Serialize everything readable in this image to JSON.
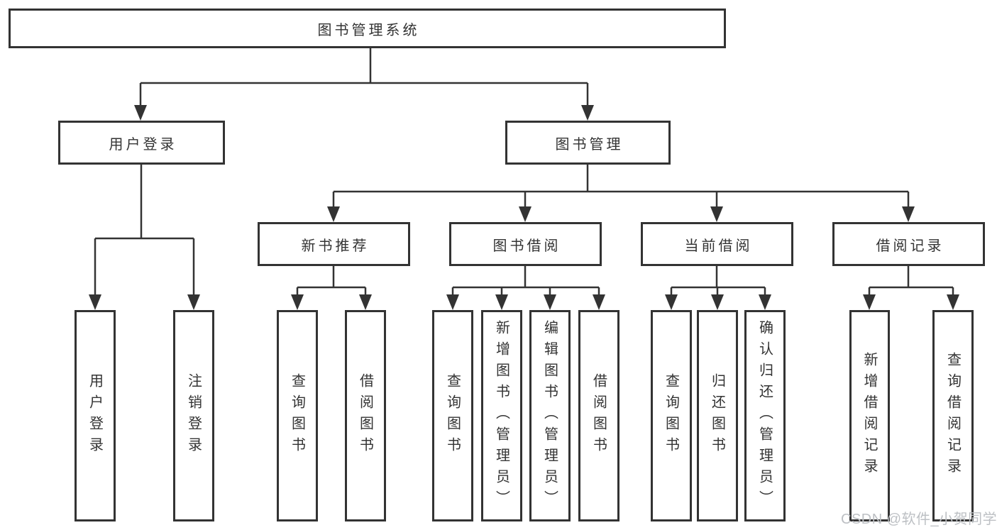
{
  "diagram": {
    "type": "hierarchy-tree",
    "colors": {
      "line": "#333333",
      "box_border": "#333333",
      "box_fill": "#ffffff",
      "text": "#333333",
      "watermark_text": "#bdc0c4",
      "background": "#ffffff"
    },
    "watermark": "CSDN @软件_小贺同学"
  },
  "tree": {
    "label": "图书管理系统",
    "children": [
      {
        "label": "用户登录",
        "children": [
          {
            "label": "用户登录"
          },
          {
            "label": "注销登录"
          }
        ]
      },
      {
        "label": "图书管理",
        "children": [
          {
            "label": "新书推荐",
            "children": [
              {
                "label": "查询图书"
              },
              {
                "label": "借阅图书"
              }
            ]
          },
          {
            "label": "图书借阅",
            "children": [
              {
                "label": "查询图书"
              },
              {
                "label": "新增图书（管理员）"
              },
              {
                "label": "编辑图书（管理员）"
              },
              {
                "label": "借阅图书"
              }
            ]
          },
          {
            "label": "当前借阅",
            "children": [
              {
                "label": "查询图书"
              },
              {
                "label": "归还图书"
              },
              {
                "label": "确认归还（管理员）"
              }
            ]
          },
          {
            "label": "借阅记录",
            "children": [
              {
                "label": "新增借阅记录"
              },
              {
                "label": "查询借阅记录"
              }
            ]
          }
        ]
      }
    ]
  }
}
